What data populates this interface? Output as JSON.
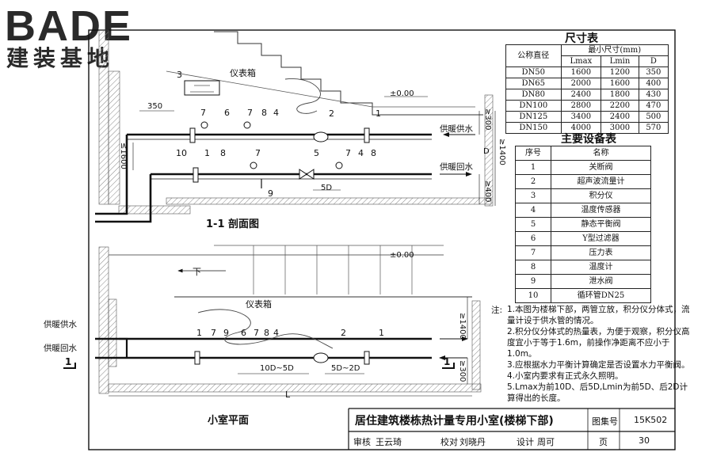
{
  "logo": {
    "main": "BADE",
    "sub": "建装基地"
  },
  "size_table": {
    "title": "尺寸表",
    "header_col1": "公称直径",
    "header_group": "最小尺寸(mm)",
    "sub_headers": [
      "Lmax",
      "Lmin",
      "D"
    ],
    "rows": [
      {
        "dn": "DN50",
        "lmax": "1600",
        "lmin": "1200",
        "d": "350"
      },
      {
        "dn": "DN65",
        "lmax": "2000",
        "lmin": "1600",
        "d": "400"
      },
      {
        "dn": "DN80",
        "lmax": "2400",
        "lmin": "1800",
        "d": "430"
      },
      {
        "dn": "DN100",
        "lmax": "2800",
        "lmin": "2200",
        "d": "470"
      },
      {
        "dn": "DN125",
        "lmax": "3400",
        "lmin": "2400",
        "d": "500"
      },
      {
        "dn": "DN150",
        "lmax": "4000",
        "lmin": "3000",
        "d": "570"
      }
    ]
  },
  "equipment_table": {
    "title": "主要设备表",
    "headers": [
      "序号",
      "名称"
    ],
    "rows": [
      {
        "no": "1",
        "name": "关断阀"
      },
      {
        "no": "2",
        "name": "超声波流量计"
      },
      {
        "no": "3",
        "name": "积分仪"
      },
      {
        "no": "4",
        "name": "温度传感器"
      },
      {
        "no": "5",
        "name": "静态平衡阀"
      },
      {
        "no": "6",
        "name": "Y型过滤器"
      },
      {
        "no": "7",
        "name": "压力表"
      },
      {
        "no": "8",
        "name": "温度计"
      },
      {
        "no": "9",
        "name": "泄水阀"
      },
      {
        "no": "10",
        "name": "循环管DN25"
      }
    ]
  },
  "notes": {
    "label": "注:",
    "items": [
      "1.本图为楼梯下部，两管立放，积分仪分体式，流量计设于供水管的情况。",
      "2.积分仪分体式的热量表，为便于观察，积分仪高度宜小于等于1.6m，前操作净距离不应小于1.0m。",
      "3.应根据水力平衡计算确定是否设置水力平衡阀。",
      "4.小室内要求有正式永久照明。",
      "5.Lmax为前10D、后5D,Lmin为前5D、后2D计算得出的长度。"
    ]
  },
  "section_view": {
    "title": "1-1 剖面图",
    "meter_box": "仪表箱",
    "elevation": "±0.00",
    "supply": "供暖供水",
    "return": "供暖回水",
    "dim_350": "350",
    "dim_1600": "≤1600",
    "dim_300": "≥300",
    "dim_D": "D",
    "dim_1400": "≥1400",
    "dim_400": "≥400",
    "dim_5D": "5D",
    "nums_top": [
      "3",
      "7",
      "6",
      "7",
      "8",
      "4",
      "2",
      "1"
    ],
    "nums_bottom": [
      "10",
      "1",
      "8",
      "7",
      "5",
      "7",
      "4",
      "8",
      "9"
    ]
  },
  "plan_view": {
    "title": "小室平面",
    "meter_box": "仪表箱",
    "elevation": "±0.00",
    "down": "下",
    "supply": "供暖供水",
    "return": "供暖回水",
    "nums": [
      "1",
      "7",
      "9",
      "6",
      "7",
      "8",
      "4",
      "2",
      "1"
    ],
    "dim_10d5d": "10D~5D",
    "dim_5d2d": "5D~2D",
    "dim_L": "L",
    "dim_1400": "≥1400",
    "dim_300": "≥300",
    "section_mark": "1"
  },
  "title_block": {
    "title": "居住建筑楼栋热计量专用小室(楼梯下部)",
    "atlas_label": "图集号",
    "atlas_no": "15K502",
    "review_label": "审核",
    "reviewer": "王云琦",
    "check_label": "校对",
    "checker": "刘晓丹",
    "design_label": "设计",
    "designer": "周可",
    "page_label": "页",
    "page_no": "30"
  }
}
